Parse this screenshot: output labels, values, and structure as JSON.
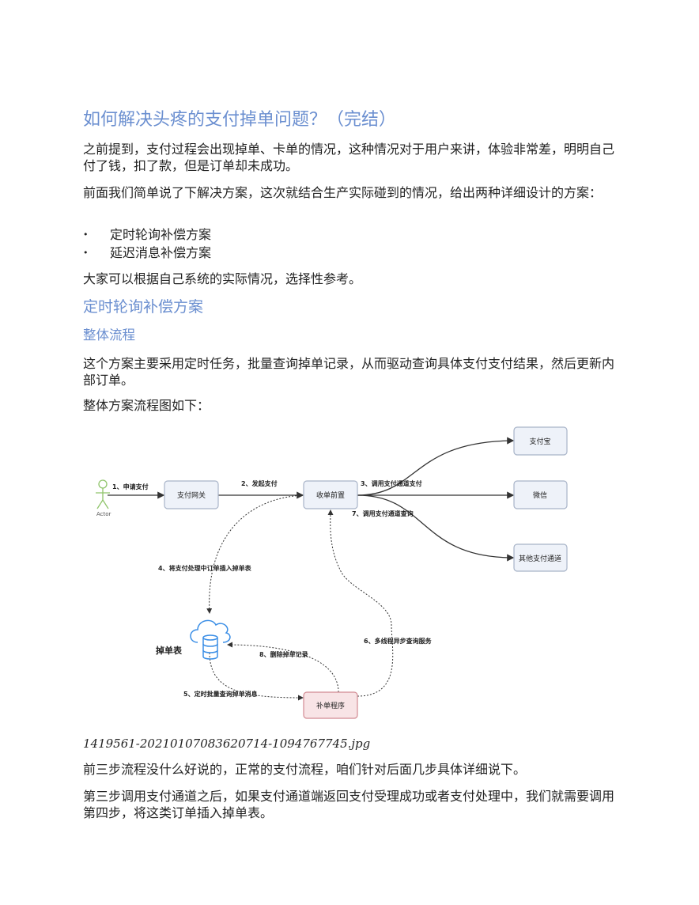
{
  "title": "如何解决头疼的支付掉单问题？（完结）",
  "paragraphs": {
    "p1": "之前提到，支付过程会出现掉单、卡单的情况，这种情况对于用户来讲，体验非常差，明明自己付了钱，扣了款，但是订单却未成功。",
    "p2": "前面我们简单说了下解决方案，这次就结合生产实际碰到的情况，给出两种详细设计的方案：",
    "p3": "大家可以根据自己系统的实际情况，选择性参考。",
    "p4": "这个方案主要采用定时任务，批量查询掉单记录，从而驱动查询具体支付支付结果，然后更新内部订单。",
    "p5": "整体方案流程图如下：",
    "p6": "前三步流程没什么好说的，正常的支付流程，咱们针对后面几步具体详细说下。",
    "p7": "第三步调用支付通道之后，如果支付通道端返回支付受理成功或者支付处理中，我们就需要调用第四步，将这类订单插入掉单表。"
  },
  "bullets": [
    "定时轮询补偿方案",
    "延迟消息补偿方案"
  ],
  "section_heading": "定时轮询补偿方案",
  "subsection_heading": "整体流程",
  "image_caption": "1419561-20210107083620714-1094767745.jpg",
  "diagram": {
    "actor": "Actor",
    "nodes": {
      "gateway": "支付网关",
      "front": "收单前置",
      "alipay": "支付宝",
      "wechat": "微信",
      "other": "其他支付通道",
      "table": "掉单表",
      "repair": "补单程序"
    },
    "edges": {
      "e1": "1、申请支付",
      "e2": "2、发起支付",
      "e3": "3、调用支付通道支付",
      "e4": "4、将支付处理中订单插入掉单表",
      "e5": "5、定时批量查询掉单消息",
      "e6": "6、多线程异步查询服务",
      "e7": "7、调用支付通道查询",
      "e8": "8、删除掉单记录"
    }
  },
  "colors": {
    "heading": "#6b8fd0",
    "node_fill": "#eef2f9",
    "repair_fill": "#f8e4e6",
    "cloud": "#3a8ee6",
    "actor": "#8fc46a"
  }
}
